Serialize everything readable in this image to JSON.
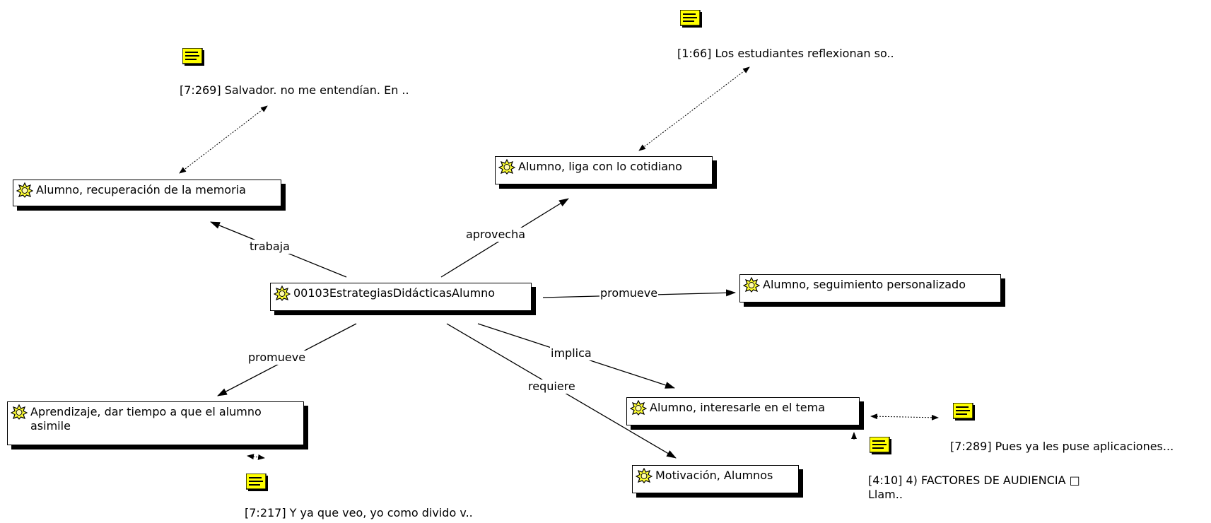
{
  "nodes": {
    "center": "00103EstrategiasDidácticasAlumno",
    "memoria": "Alumno, recuperación de la memoria",
    "cotidiano": "Alumno, liga con lo cotidiano",
    "seguimiento": "Alumno, seguimiento personalizado",
    "aprendizaje": "Aprendizaje, dar tiempo a que el alumno\nasimile",
    "interesarle": "Alumno, interesarle en el tema",
    "motivacion": "Motivación, Alumnos"
  },
  "quotes": {
    "q1": "[7:269] Salvador. no me entendían. En ..",
    "q2": "[1:66] Los estudiantes reflexionan so..",
    "q3": "[7:289] Pues ya les puse aplicaciones...",
    "q4": "[4:10] 4) FACTORES DE AUDIENCIA □\nLlam..",
    "q5": "[7:217] Y ya que veo, yo como divido v.."
  },
  "edges": {
    "trabaja": "trabaja",
    "aprovecha": "aprovecha",
    "promueve_right": "promueve",
    "promueve_left": "promueve",
    "implica": "implica",
    "requiere": "requiere"
  },
  "colors": {
    "memo_fill": "#ffff00",
    "memo_dark": "#b8b800",
    "code_icon_fill": "#ffff33"
  },
  "icons": {
    "code": "code-node-icon",
    "memo": "memo-quotation-icon"
  }
}
